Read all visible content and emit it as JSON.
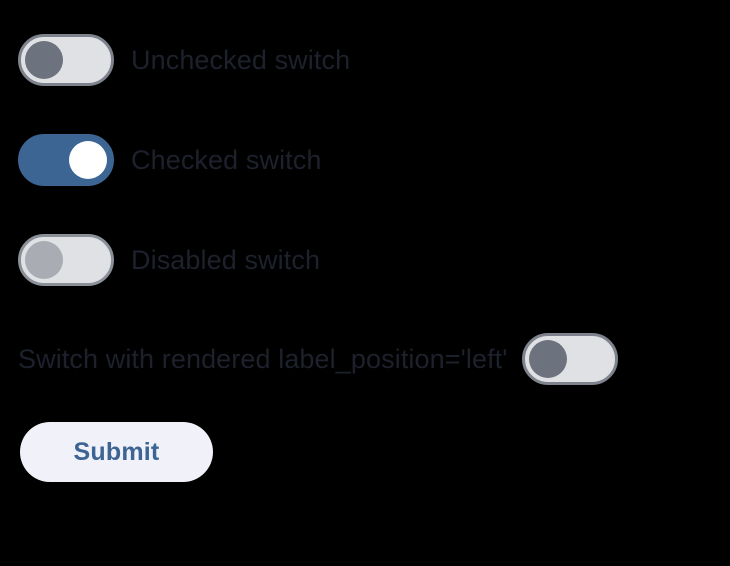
{
  "page": {
    "background_color": "#000000"
  },
  "form": {
    "switches": [
      {
        "name": "unchecked-switch",
        "label": "Unchecked switch",
        "state": "off",
        "checked": false,
        "disabled": false,
        "label_position": "right",
        "track_color": "#dfe1e5",
        "border_color": "#7d828c",
        "thumb_color": "#6d737e",
        "label_color": "#1d212c"
      },
      {
        "name": "checked-switch",
        "label": "Checked switch",
        "state": "on",
        "checked": true,
        "disabled": false,
        "label_position": "right",
        "track_color": "#3c6593",
        "border_color": "#3c6593",
        "thumb_color": "#ffffff",
        "label_color": "#1d212c"
      },
      {
        "name": "disabled-switch",
        "label": "Disabled switch",
        "state": "off",
        "checked": false,
        "disabled": true,
        "label_position": "right",
        "track_color": "#dfe1e5",
        "border_color": "#8a8f98",
        "thumb_color": "#a9acb3",
        "label_color": "#1d212c"
      },
      {
        "name": "left-label-switch",
        "label": "Switch with rendered label_position='left'",
        "state": "off",
        "checked": false,
        "disabled": false,
        "label_position": "left",
        "track_color": "#dfe1e5",
        "border_color": "#7d828c",
        "thumb_color": "#6d737e",
        "label_color": "#1d212c"
      }
    ],
    "submit": {
      "label": "Submit",
      "background_color": "#f0f1f9",
      "text_color": "#3d6493"
    }
  }
}
